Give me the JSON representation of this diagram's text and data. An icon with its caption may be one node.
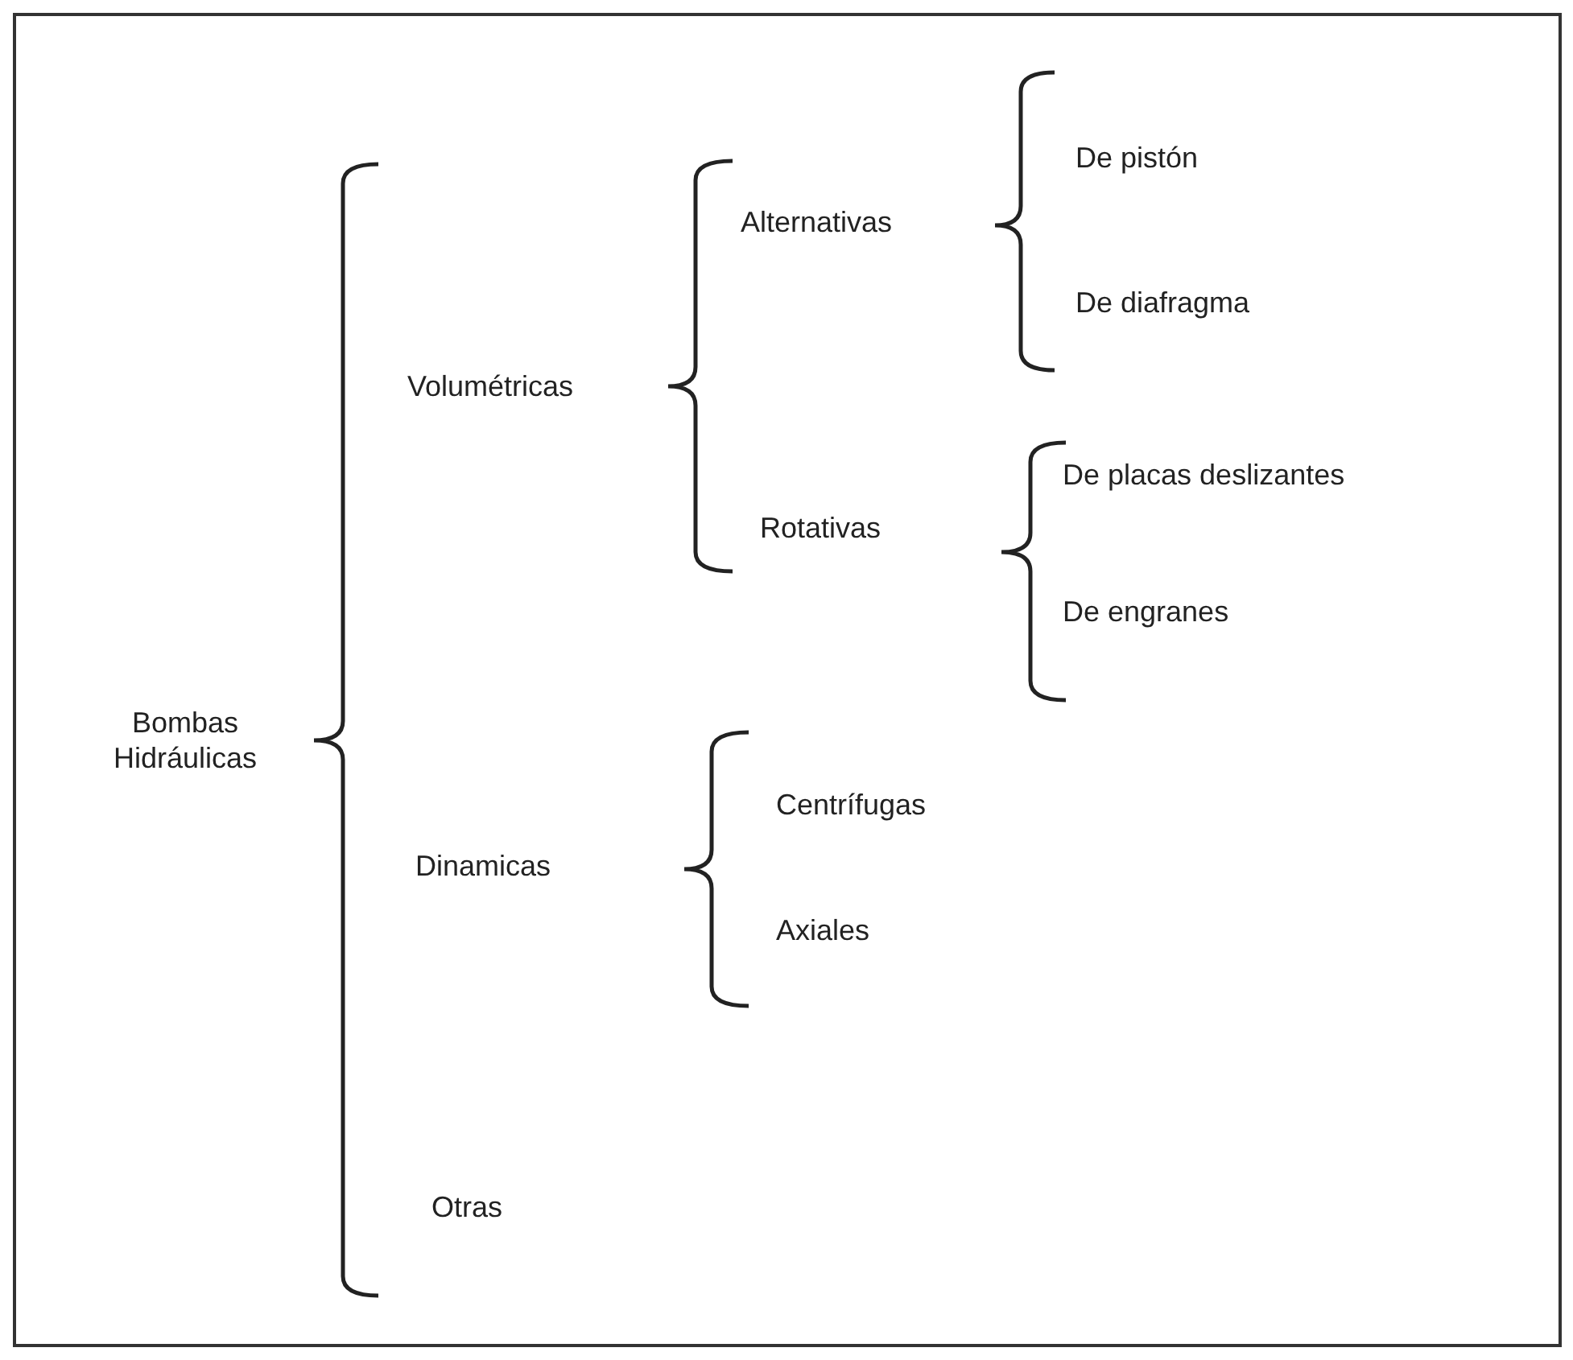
{
  "diagram": {
    "labels": [
      "Bombas Hidráulicas",
      "Volumétricas",
      "Alternativas",
      "De pistón",
      "De diafragma",
      "Rotativas",
      "De placas deslizantes",
      "De engranes",
      "Dinamicas",
      "Centrífugas",
      "Axiales",
      "Otras"
    ]
  }
}
